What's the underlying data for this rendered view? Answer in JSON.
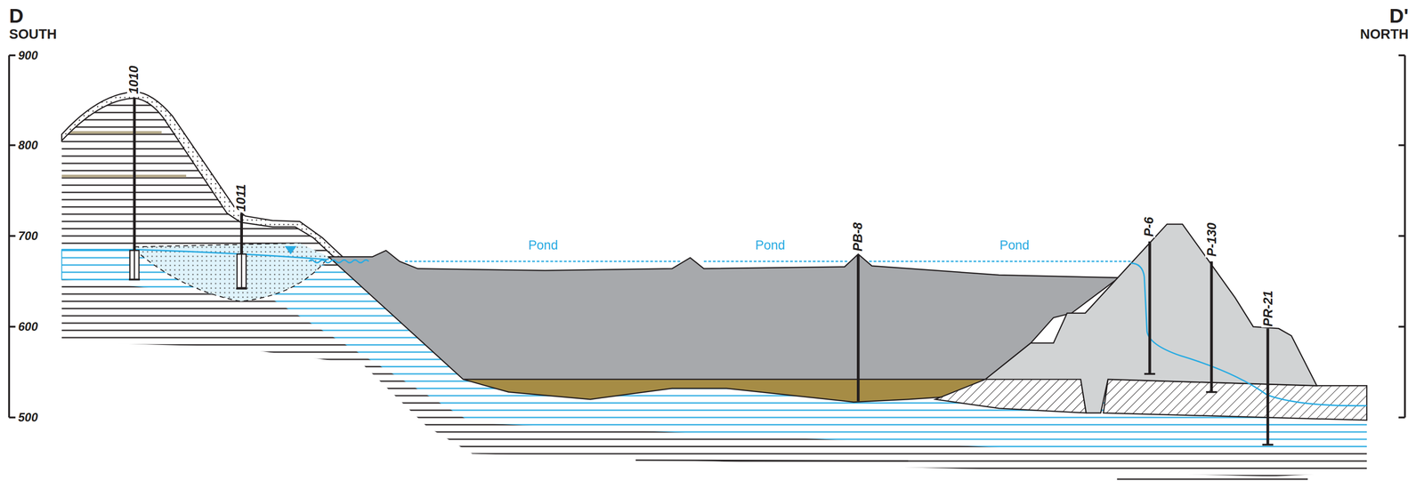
{
  "diagram": {
    "labels": [
      "D",
      "SOUTH",
      "D'",
      "NORTH",
      "900",
      "800",
      "700",
      "600",
      "500",
      "1010",
      "1011",
      "Pond",
      "Pond",
      "PB-8",
      "Pond",
      "P-6",
      "P-130",
      "PR-21"
    ]
  }
}
